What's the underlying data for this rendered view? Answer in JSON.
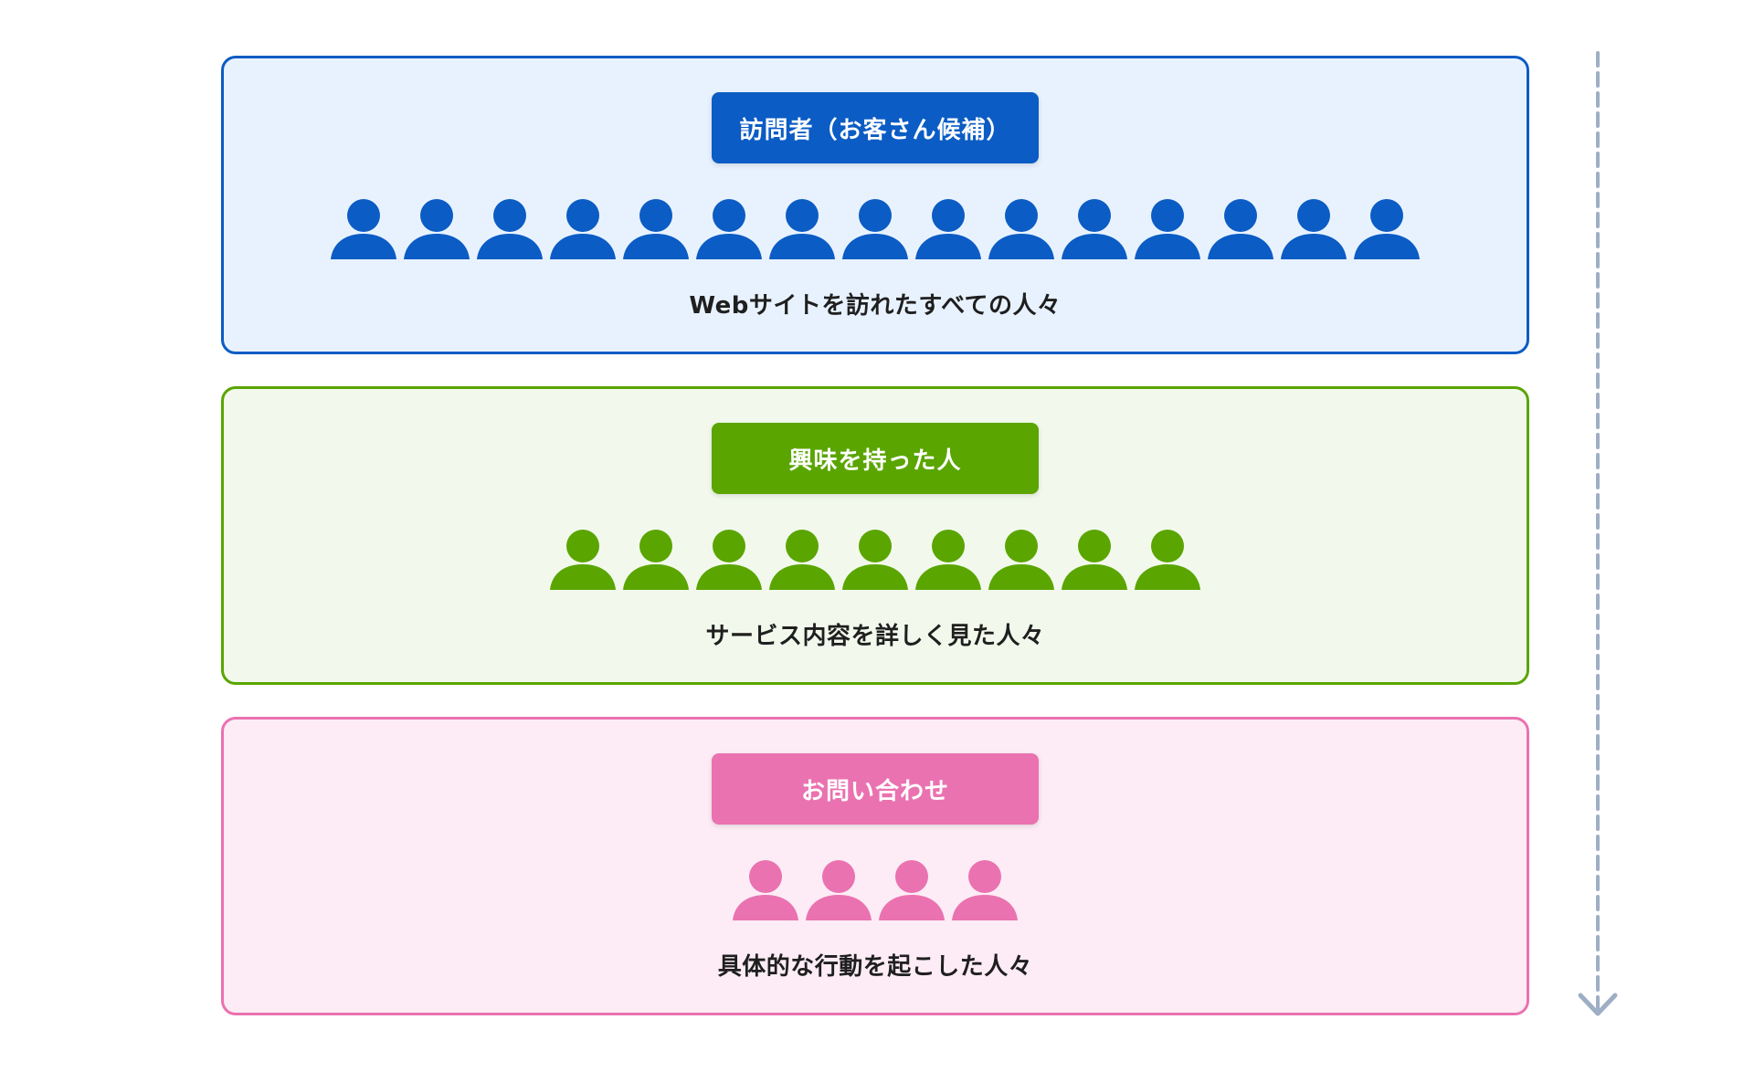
{
  "stages": [
    {
      "title": "訪問者（お客さん候補）",
      "description": "Webサイトを訪れたすべての人々",
      "people_count": 15,
      "border_color": "#0b5cc4",
      "background_color": "#e8f2fe",
      "badge_color": "#0b5cc4",
      "icon_color": "#0b5cc4",
      "icon": "person-icon"
    },
    {
      "title": "興味を持った人",
      "description": "サービス内容を詳しく見た人々",
      "people_count": 9,
      "border_color": "#5aa500",
      "background_color": "#f2f9ec",
      "badge_color": "#5aa500",
      "icon_color": "#5aa500",
      "icon": "person-icon"
    },
    {
      "title": "お問い合わせ",
      "description": "具体的な行動を起こした人々",
      "people_count": 4,
      "border_color": "#ea72b0",
      "background_color": "#fdecf5",
      "badge_color": "#ea72b0",
      "icon_color": "#ea72b0",
      "icon": "person-icon"
    }
  ],
  "arrow": {
    "color": "#9eaec4",
    "style": "dashed",
    "direction": "down",
    "icon": "arrow-down-icon"
  }
}
